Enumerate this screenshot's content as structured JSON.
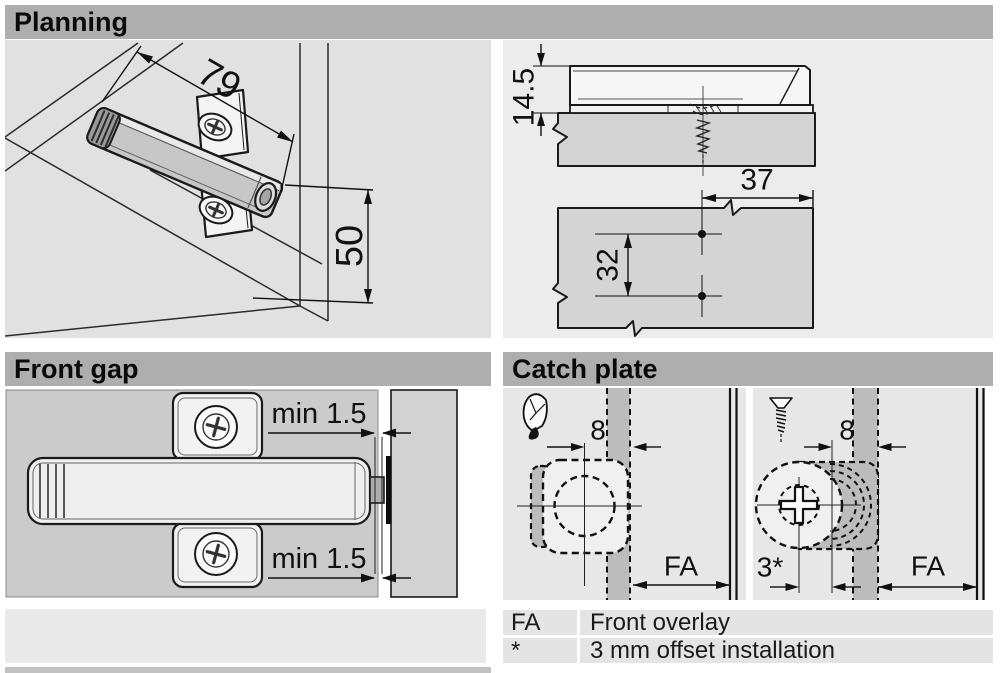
{
  "colors": {
    "header_bar": "#aeaeae",
    "panel_planning_left": "#e1e1e1",
    "panel_planning_right": "#ececec",
    "wood": "#d4d4d4",
    "front_gap_bg": "#cbcbcb",
    "catch_bg": "#e7e7e7",
    "cross_section_strip": "#bcbcbc",
    "table_row": "#e4e4e4",
    "line": "#1a1a1a"
  },
  "planning": {
    "title": "Planning",
    "dim_length": "79",
    "dim_height": "50",
    "dim_plate_height": "14.5",
    "dim_edge_distance": "37",
    "dim_hole_spacing": "32"
  },
  "front_gap": {
    "title": "Front gap",
    "gap_top": "min 1.5",
    "gap_bottom": "min 1.5"
  },
  "catch_plate": {
    "title": "Catch plate",
    "glued": {
      "dim_center": "8",
      "front_overlay": "FA",
      "icon": "glue-tube-icon"
    },
    "screwed": {
      "dim_center": "8",
      "offset": "3*",
      "front_overlay": "FA",
      "icon": "screw-icon"
    },
    "legend": {
      "rows": [
        {
          "key": "FA",
          "value": "Front overlay"
        },
        {
          "key": "*",
          "value": "3 mm offset installation"
        }
      ]
    }
  }
}
